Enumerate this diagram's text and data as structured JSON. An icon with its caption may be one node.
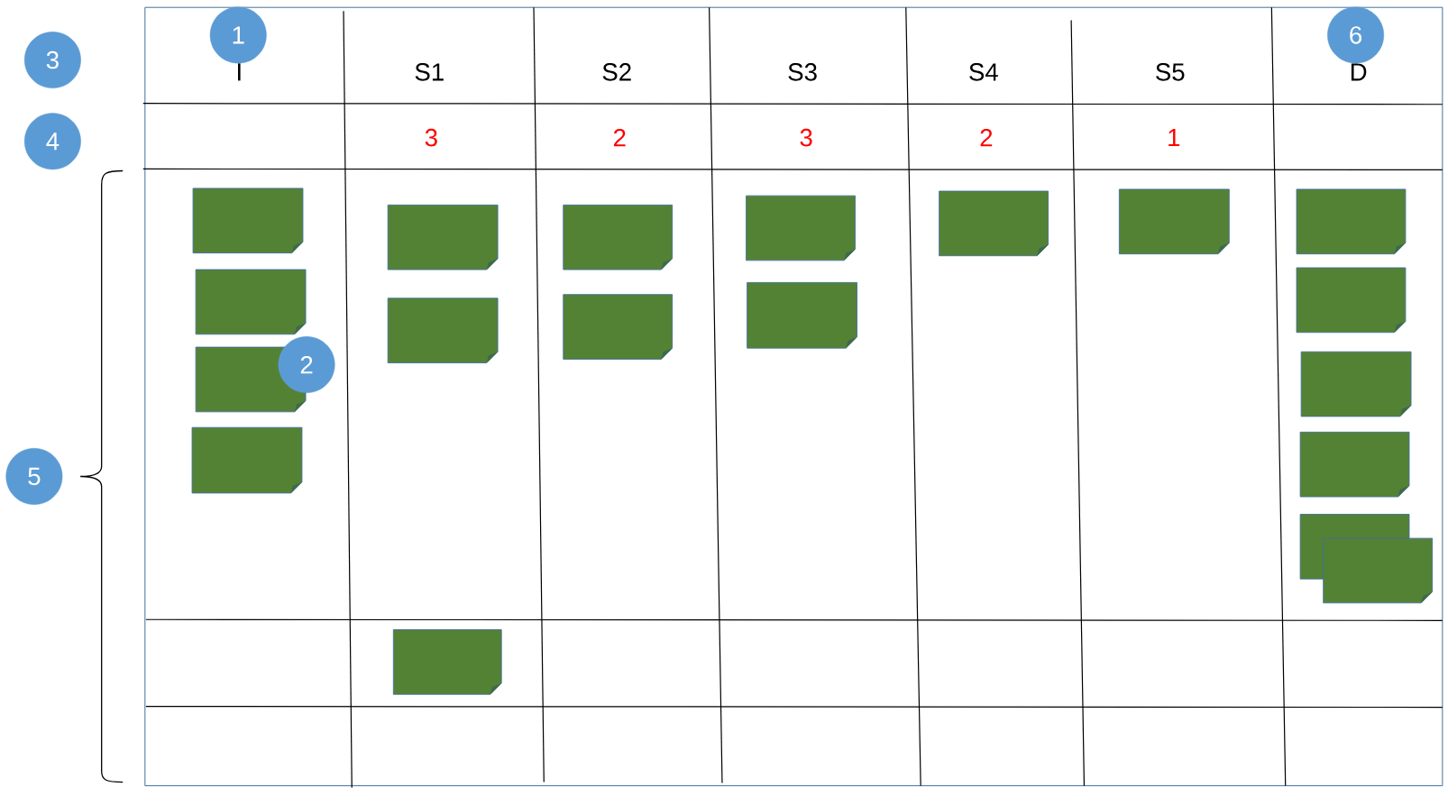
{
  "diagram": {
    "nodes": [
      {
        "text": [
          "1"
        ]
      },
      {
        "text": [
          "6"
        ]
      },
      {
        "text": [
          "3"
        ]
      },
      {
        "text": [
          "4"
        ]
      },
      {
        "text": [
          "2"
        ]
      },
      {
        "text": [
          "5"
        ]
      },
      {
        "text": [],
        "shape": "box"
      },
      {
        "text": [],
        "shape": "box"
      },
      {
        "text": [],
        "shape": "box"
      },
      {
        "text": [],
        "shape": "box"
      },
      {
        "text": [],
        "shape": "box"
      },
      {
        "text": [],
        "shape": "box"
      },
      {
        "text": [],
        "shape": "box"
      },
      {
        "text": [],
        "shape": "box"
      },
      {
        "text": [],
        "shape": "box"
      },
      {
        "text": [],
        "shape": "box"
      },
      {
        "text": [],
        "shape": "box"
      },
      {
        "text": [],
        "shape": "box"
      },
      {
        "text": [],
        "shape": "box"
      },
      {
        "text": [],
        "shape": "box"
      },
      {
        "text": [],
        "shape": "box"
      },
      {
        "text": [],
        "shape": "box"
      },
      {
        "text": [],
        "shape": "box"
      },
      {
        "text": [],
        "shape": "box"
      },
      {
        "text": [],
        "shape": "box"
      }
    ],
    "labels": [
      "I",
      "S1",
      "S2",
      "S3",
      "S4",
      "S5",
      "D",
      "3",
      "2",
      "3",
      "2",
      "1"
    ]
  }
}
